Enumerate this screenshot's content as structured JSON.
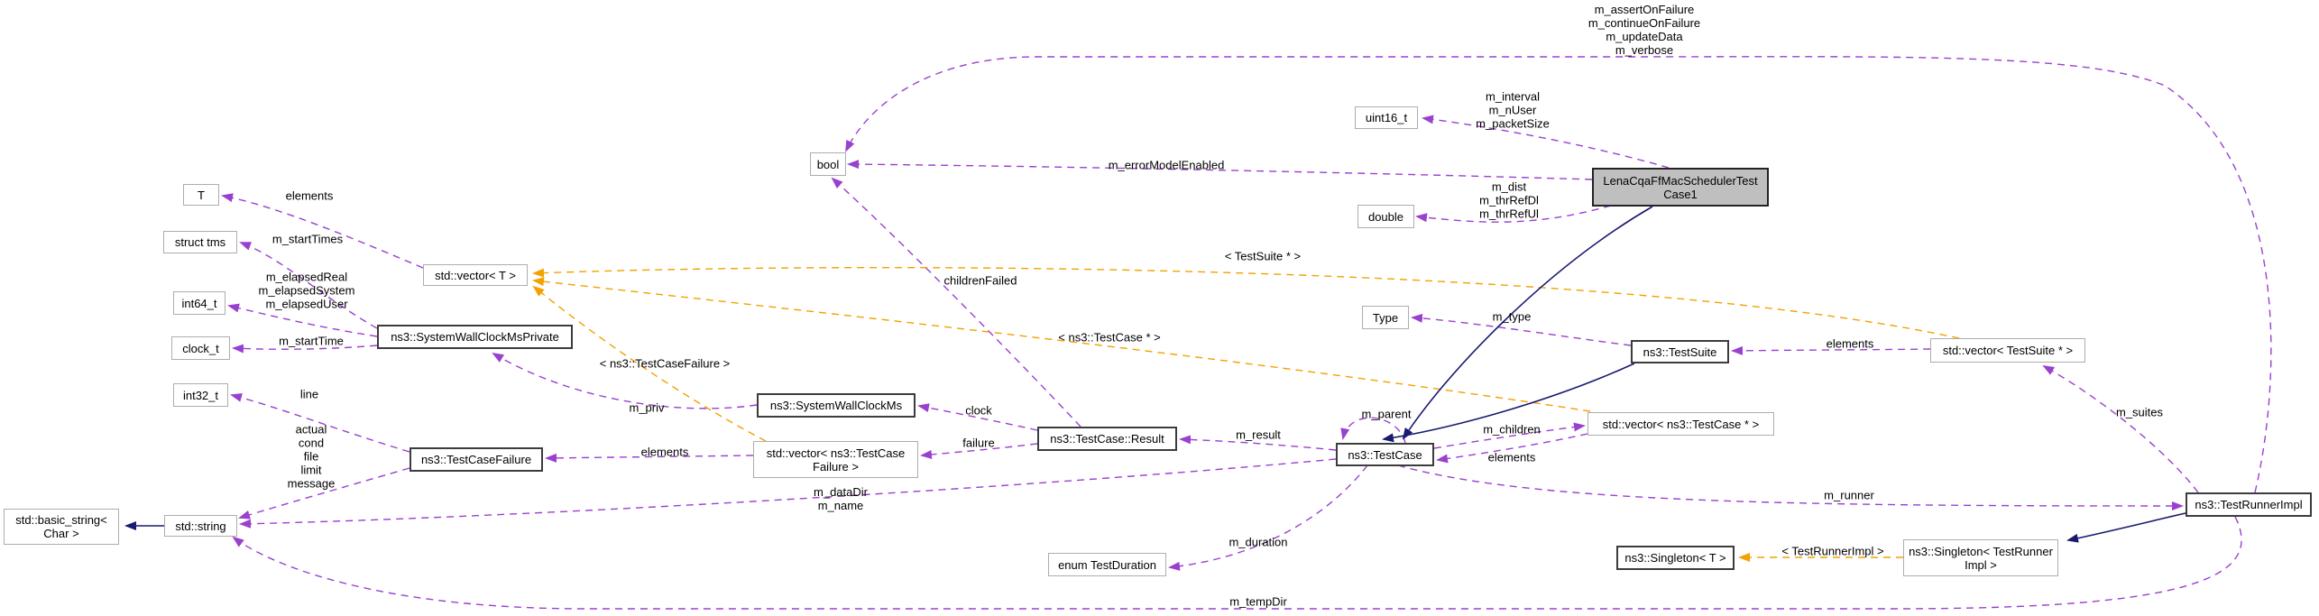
{
  "diagram": {
    "kind": "doxygen-collaboration-graph",
    "main_class": "LenaCqaFfMacSchedulerTestCase1"
  },
  "colors": {
    "edge_member": "#9A40CF",
    "edge_template": "#F2A100",
    "edge_inherit": "#191970",
    "node_main_fill": "#BFBFBF"
  },
  "nodes": {
    "t": "T",
    "struct_tms": "struct tms",
    "int64_t": "int64_t",
    "clock_t": "clock_t",
    "int32_t": "int32_t",
    "basic_string": "std::basic_string<\nChar >",
    "std_string": "std::string",
    "vector_t": "std::vector< T >",
    "swcm_private": "ns3::SystemWallClockMsPrivate",
    "test_case_failure": "ns3::TestCaseFailure",
    "swcm": "ns3::SystemWallClockMs",
    "vector_tcf": "std::vector< ns3::TestCase\nFailure >",
    "result": "ns3::TestCase::Result",
    "test_case": "ns3::TestCase",
    "test_suite": "ns3::TestSuite",
    "vector_tc_ptr": "std::vector< ns3::TestCase * >",
    "vector_ts_ptr": "std::vector< TestSuite * >",
    "type": "Type",
    "uint16_t": "uint16_t",
    "bool": "bool",
    "double": "double",
    "main": "LenaCqaFfMacSchedulerTest\nCase1",
    "enum_duration": "enum TestDuration",
    "singleton_t": "ns3::Singleton< T >",
    "singleton_tri": "ns3::Singleton< TestRunner\nImpl >",
    "runner": "ns3::TestRunnerImpl"
  },
  "labels": {
    "assert_block": "m_assertOnFailure\nm_continueOnFailure\nm_updateData\nm_verbose",
    "interval_block": "m_interval\nm_nUser\nm_packetSize",
    "error_model": "m_errorModelEnabled",
    "dist_block": "m_dist\nm_thrRefDl\nm_thrRefUl",
    "elements_t": "elements",
    "start_times": "m_startTimes",
    "elapsed_block": "m_elapsedReal\nm_elapsedSystem\nm_elapsedUser",
    "start_time": "m_startTime",
    "line": "line",
    "failure_fields": "actual\ncond\nfile\nlimit\nmessage",
    "elements_tcf": "elements",
    "m_priv": "m_priv",
    "clock": "clock",
    "failure": "failure",
    "m_result": "m_result",
    "m_parent": "m_parent",
    "m_children": "m_children",
    "elements_tc": "elements",
    "m_type": "m_type",
    "elements_ts": "elements",
    "m_suites": "m_suites",
    "m_runner": "m_runner",
    "m_datadir_block": "m_dataDir\nm_name",
    "m_duration": "m_duration",
    "m_tempdir": "m_tempDir",
    "children_failed": "childrenFailed",
    "tmpl_tcf": "< ns3::TestCaseFailure >",
    "tmpl_tc": "< ns3::TestCase * >",
    "tmpl_ts": "< TestSuite * >",
    "tmpl_tri": "< TestRunnerImpl >"
  }
}
